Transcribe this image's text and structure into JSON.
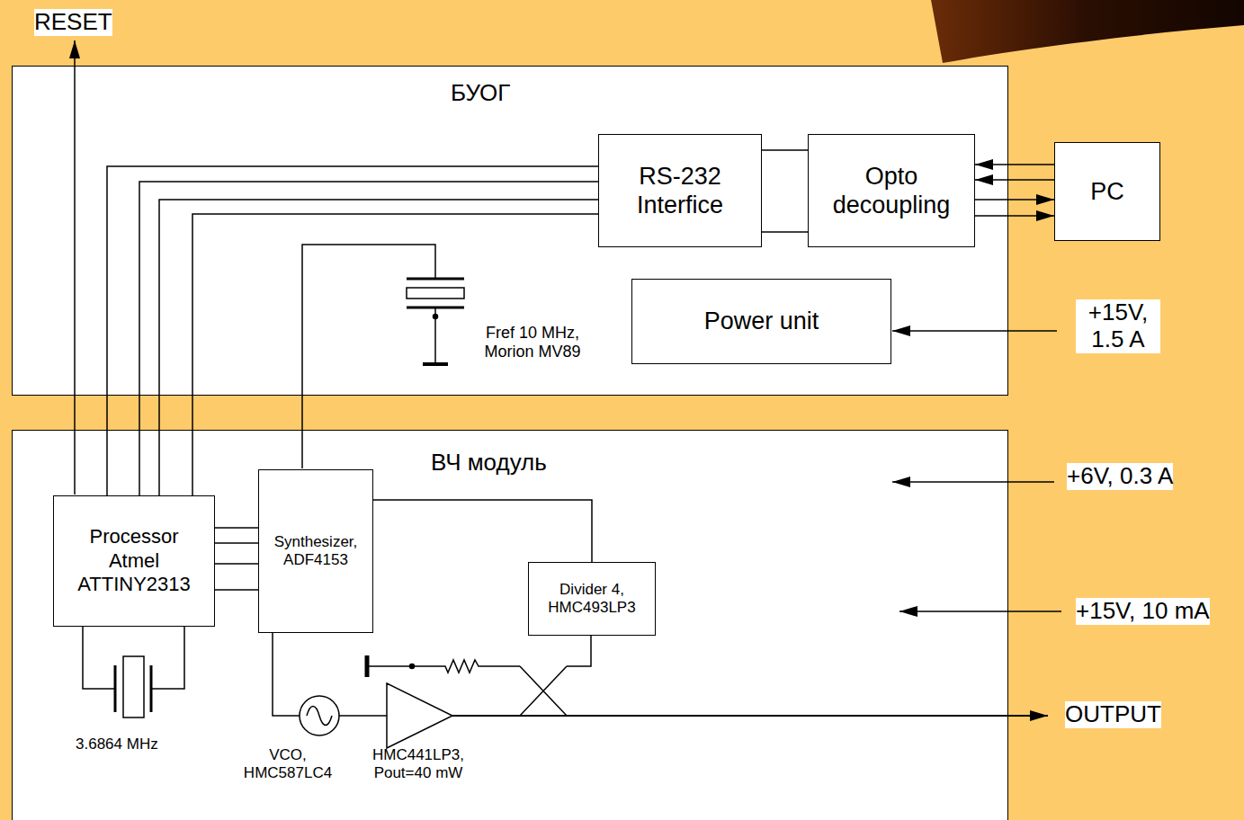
{
  "diagram": {
    "nodes": [
      {
        "text": [
          "БУОГ"
        ]
      },
      {
        "text": [
          "RS-232 Interfice"
        ],
        "in": 0
      },
      {
        "text": [
          "Opto decoupling"
        ],
        "in": 0
      },
      {
        "text": [
          "Power unit"
        ],
        "in": 0
      },
      {
        "text": [
          "PC"
        ]
      },
      {
        "text": [
          "ВЧ модуль"
        ]
      },
      {
        "text": [
          "Processor Atmel ATTINY2313"
        ],
        "in": 5
      },
      {
        "text": [
          "Synthesizer, ADF4153"
        ],
        "in": 5
      },
      {
        "text": [
          "Divider 4, HMC493LP3"
        ],
        "in": 5
      }
    ],
    "edges": [
      {
        "from": 6,
        "to": 1,
        "arrow": "none"
      },
      {
        "from": 6,
        "to": 1,
        "arrow": "none"
      },
      {
        "from": 6,
        "to": 1,
        "arrow": "none"
      },
      {
        "from": 6,
        "to": 1,
        "arrow": "none"
      },
      {
        "from": 1,
        "to": 2,
        "arrow": "none"
      },
      {
        "from": 1,
        "to": 2,
        "arrow": "none"
      },
      {
        "from": 4,
        "to": 2,
        "arrow": "to"
      },
      {
        "from": 4,
        "to": 2,
        "arrow": "to"
      },
      {
        "from": 2,
        "to": 4,
        "arrow": "to"
      },
      {
        "from": 2,
        "to": 4,
        "arrow": "to"
      },
      {
        "from": 6,
        "to": 7,
        "arrow": "none"
      },
      {
        "from": 6,
        "to": 7,
        "arrow": "none"
      },
      {
        "from": 6,
        "to": 7,
        "arrow": "none"
      },
      {
        "from": 6,
        "to": 7,
        "arrow": "none"
      },
      {
        "from": 7,
        "to": 8,
        "arrow": "none"
      }
    ],
    "labels": [
      "RESET",
      "Fref 10 MHz, Morion MV89",
      "+15V, 1.5 A",
      "+6V, 0.3 A",
      "+15V, 10 mA",
      "3.6864 MHz",
      "VCO, HMC587LC4",
      "HMC441LP3, Pout=40 mW",
      "OUTPUT"
    ]
  }
}
